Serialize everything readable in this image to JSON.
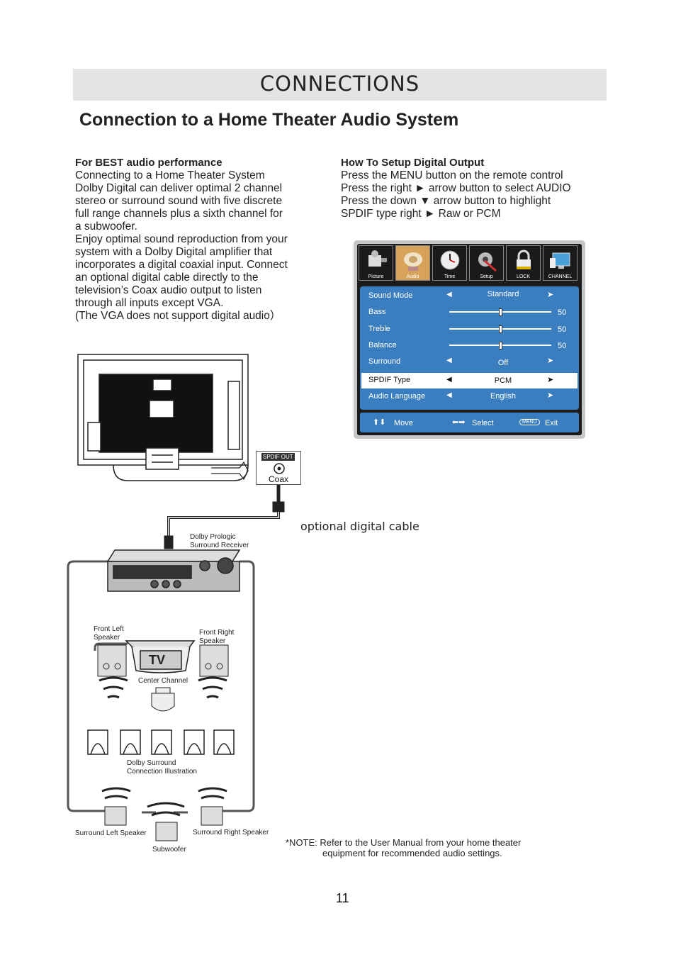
{
  "header": {
    "title": "CONNECTIONS"
  },
  "section_title": "Connection to a Home Theater Audio System",
  "left": {
    "heading": "For BEST audio performance",
    "lines": [
      "Connecting to a Home Theater System",
      "Dolby Digital can deliver optimal 2 channel",
      "stereo or surround sound with five discrete",
      "full range channels plus a sixth channel for",
      "a subwoofer.",
      "Enjoy optimal sound reproduction from your",
      "system with a Dolby Digital amplifier that",
      "incorporates a digital coaxial input. Connect",
      "an optional digital cable directly to the",
      "television’s Coax audio output to listen",
      "through all inputs except VGA.",
      "(The VGA does not support digital audio）"
    ]
  },
  "right": {
    "heading": "How To Setup Digital Output",
    "lines": [
      "Press the MENU button on the remote control",
      "Press the right ► arrow button to select AUDIO",
      "Press the down ▼ arrow button to highlight",
      "SPDIF type right ► Raw or PCM"
    ]
  },
  "osd": {
    "tabs": [
      "Picture",
      "Audio",
      "Time",
      "Setup",
      "LOCK",
      "CHANNEL"
    ],
    "active_tab": "Audio",
    "rows": [
      {
        "label": "Sound  Mode",
        "value": "Standard"
      },
      {
        "label": "Bass",
        "value": "50",
        "level": 0.5
      },
      {
        "label": "Treble",
        "value": "50",
        "level": 0.5
      },
      {
        "label": "Balance",
        "value": "50",
        "level": 0.5
      },
      {
        "label": "Surround",
        "value": "Off"
      },
      {
        "label": "SPDIF Type",
        "value": "PCM"
      },
      {
        "label": "Audio Language",
        "value": "English"
      }
    ],
    "footer": {
      "move": "Move",
      "select": "Select",
      "menu_tag": "MENU",
      "exit": "Exit"
    }
  },
  "diagram": {
    "spdif_tag": "SPDIF OUT",
    "coax_label": "Coax",
    "cable_label": "optional digital cable",
    "receiver_label": [
      "Dolby Prologic",
      "Surround Receiver"
    ],
    "front_left": [
      "Front Left",
      "Speaker"
    ],
    "front_right": [
      "Front Right",
      "Speaker"
    ],
    "tv_label": "TV",
    "center": "Center Channel",
    "surround_caption": [
      "Dolby Surround",
      "Connection Illustration"
    ],
    "surround_left": "Surround Left Speaker",
    "surround_right": "Surround Right Speaker",
    "subwoofer": "Subwoofer"
  },
  "note": {
    "line1": "*NOTE: Refer to the User Manual from your home theater",
    "line2": "equipment for recommended audio settings."
  },
  "page_number": "11"
}
